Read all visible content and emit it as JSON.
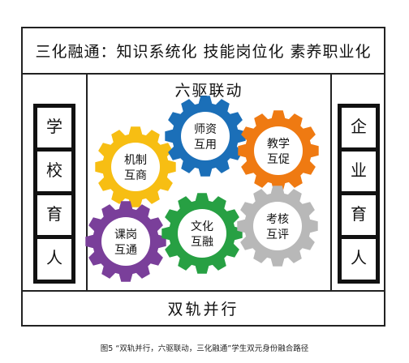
{
  "top_band": "三化融通：知识系统化 技能岗位化 素养职业化",
  "center_title": "六驱联动",
  "bottom_band": "双轨并行",
  "left_ladder": [
    "学",
    "校",
    "育",
    "人"
  ],
  "right_ladder": [
    "企",
    "业",
    "育",
    "人"
  ],
  "gears": [
    {
      "line1": "机制",
      "line2": "互商",
      "color": "#f7be13"
    },
    {
      "line1": "师资",
      "line2": "互用",
      "color": "#1b6fb8"
    },
    {
      "line1": "教学",
      "line2": "互促",
      "color": "#ef7a12"
    },
    {
      "line1": "课岗",
      "line2": "互通",
      "color": "#7a3f9a"
    },
    {
      "line1": "文化",
      "line2": "互融",
      "color": "#27a043"
    },
    {
      "line1": "考核",
      "line2": "互评",
      "color": "#b8b8b8"
    }
  ],
  "caption": "图5 “双轨并行，六驱联动，三化融通”学生双元身份融合路径"
}
